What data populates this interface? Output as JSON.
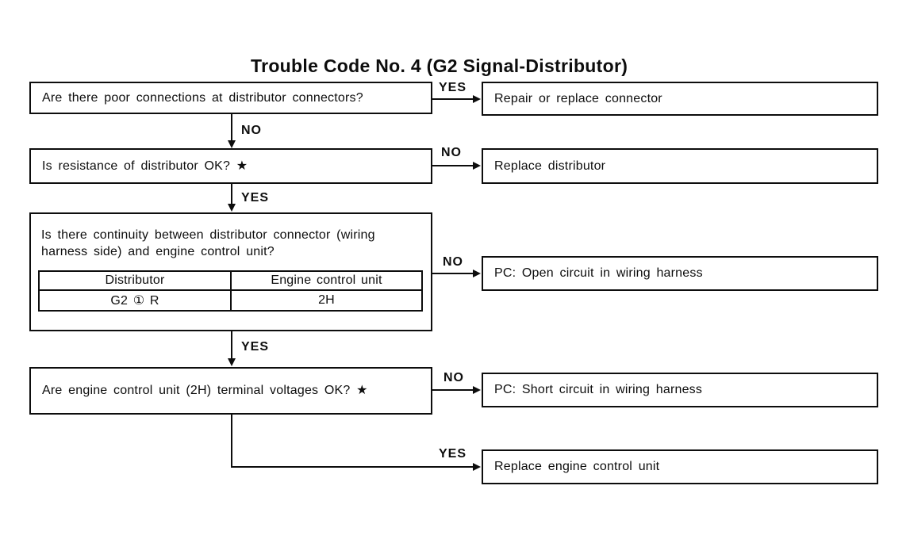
{
  "title": "Trouble Code No. 4 (G2 Signal-Distributor)",
  "flow": {
    "q1": {
      "text": "Are there poor connections at distributor connectors?",
      "yes_label": "YES",
      "no_label": "NO"
    },
    "q2": {
      "text": "Is resistance of distributor OK? ★",
      "no_label": "NO",
      "yes_label": "YES"
    },
    "q3": {
      "text": "Is there continuity between distributor connector (wiring harness side) and engine control unit?",
      "no_label": "NO",
      "yes_label": "YES"
    },
    "q4": {
      "text": "Are engine control unit (2H) terminal voltages OK? ★",
      "no_label": "NO",
      "yes_label": "YES"
    },
    "a1": {
      "text": "Repair or replace connector"
    },
    "a2": {
      "text": "Replace distributor"
    },
    "a3": {
      "text": "PC: Open circuit in wiring harness"
    },
    "a4": {
      "text": "PC: Short circuit in wiring harness"
    },
    "a5": {
      "text": "Replace engine control unit"
    },
    "table": {
      "col1_header": "Distributor",
      "col2_header": "Engine control unit",
      "col1_value": "G2 ① R",
      "col2_value": "2H"
    }
  },
  "colors": {
    "ink": "#0d0d0d",
    "paper": "#ffffff"
  }
}
